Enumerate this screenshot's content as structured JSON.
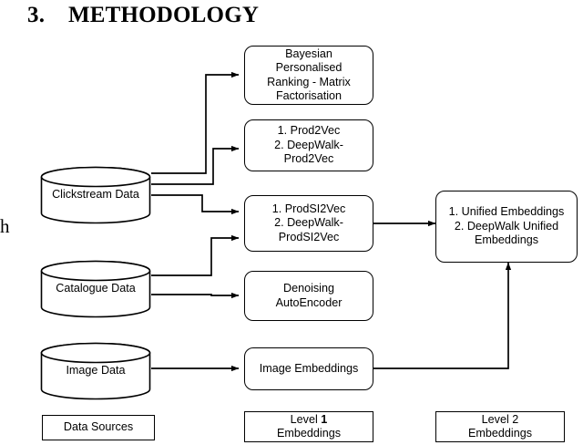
{
  "document": {
    "section_number": "3.",
    "section_title": "METHODOLOGY",
    "title_line": "3.    METHODOLOGY",
    "margin_fragment": "h"
  },
  "diagram": {
    "type": "flowchart",
    "data_sources": [
      {
        "id": "clickstream",
        "label": "Clickstream Data"
      },
      {
        "id": "catalogue",
        "label": "Catalogue Data"
      },
      {
        "id": "image",
        "label": "Image Data"
      }
    ],
    "level1_nodes": [
      {
        "id": "bpr-mf",
        "label": "Bayesian\nPersonalised\nRanking - Matrix\nFactorisation"
      },
      {
        "id": "prod2vec",
        "label": "1. Prod2Vec\n2. DeepWalk-\nProd2Vec"
      },
      {
        "id": "prodsi2vec",
        "label": "1. ProdSI2Vec\n2. DeepWalk-\nProdSI2Vec"
      },
      {
        "id": "denoising-autoencoder",
        "label": "Denoising\nAutoEncoder"
      },
      {
        "id": "image-embeddings",
        "label": "Image Embeddings"
      }
    ],
    "level2_nodes": [
      {
        "id": "unified-embeddings",
        "label": "1. Unified Embeddings\n2. DeepWalk Unified\nEmbeddings"
      }
    ],
    "legend": [
      {
        "id": "data-sources",
        "label": "Data Sources"
      },
      {
        "id": "level-1",
        "label_prefix": "Level ",
        "label_number": "1",
        "label_suffix": "\nEmbeddings"
      },
      {
        "id": "level-2",
        "label_prefix": "Level ",
        "label_number": "2",
        "label_suffix": "\nEmbeddings"
      }
    ],
    "edges": [
      {
        "from": "clickstream",
        "to": "bpr-mf"
      },
      {
        "from": "clickstream",
        "to": "prod2vec"
      },
      {
        "from": "clickstream",
        "to": "prodsi2vec"
      },
      {
        "from": "catalogue",
        "to": "prodsi2vec"
      },
      {
        "from": "catalogue",
        "to": "denoising-autoencoder"
      },
      {
        "from": "image",
        "to": "image-embeddings"
      },
      {
        "from": "prodsi2vec",
        "to": "unified-embeddings"
      },
      {
        "from": "image-embeddings",
        "to": "unified-embeddings"
      }
    ],
    "colors": {
      "stroke": "#000000",
      "fill": "#ffffff",
      "text": "#000000"
    }
  }
}
